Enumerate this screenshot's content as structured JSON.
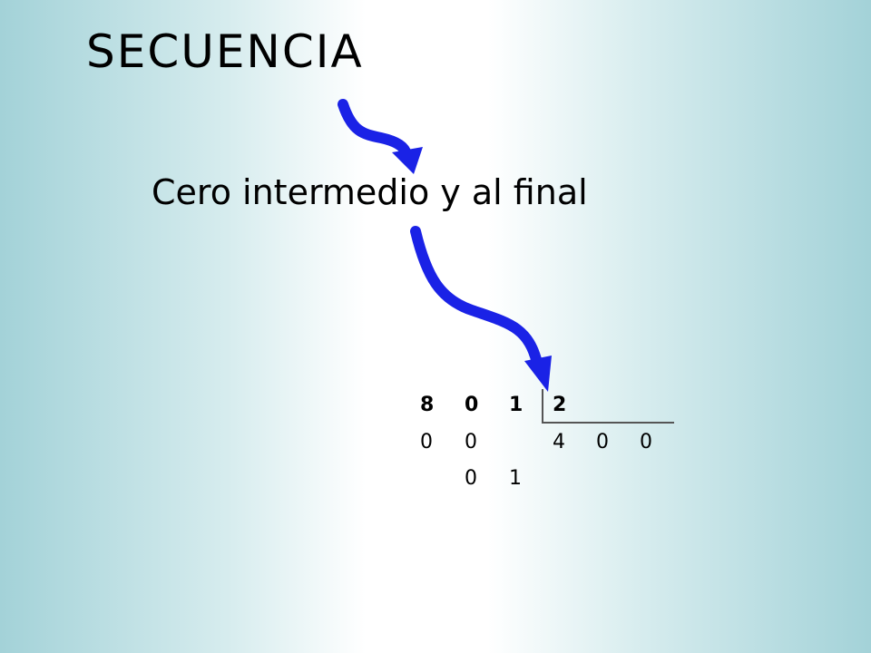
{
  "slide": {
    "title": "SECUENCIA",
    "subtitle": "Cero intermedio y al final"
  },
  "division": {
    "dividend": [
      "8",
      "0",
      "1"
    ],
    "divisor": "2",
    "subtraction": [
      "0",
      "0"
    ],
    "quotient": [
      "4",
      "0",
      "0"
    ],
    "remainder": [
      "0",
      "1"
    ]
  },
  "colors": {
    "arrow": "#1a22e6",
    "bracket": "#555555"
  }
}
